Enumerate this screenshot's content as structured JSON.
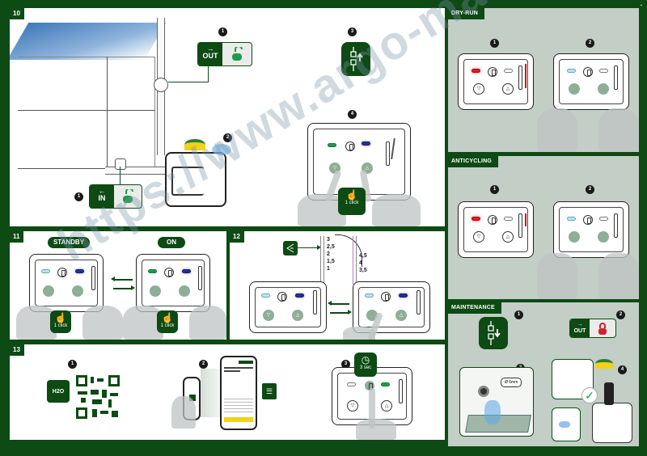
{
  "sections": {
    "s10": {
      "number": "10",
      "steps": [
        {
          "badge": "1",
          "label": "OUT",
          "icon": "unlock-icon",
          "state": "open"
        },
        {
          "badge": "1",
          "label": "IN",
          "icon": "unlock-icon",
          "state": "open"
        },
        {
          "badge": "2",
          "icon": "rotate-cap-icon"
        },
        {
          "badge": "3",
          "icon": "plug-in-icon"
        },
        {
          "badge": "4",
          "action": "1 click"
        }
      ]
    },
    "s11": {
      "number": "11",
      "standby_label": "STANDBY",
      "on_label": "ON",
      "click_label_left": "1 click",
      "click_label_right": "1 click"
    },
    "s12": {
      "number": "12",
      "scale_left": [
        "3",
        "2,5",
        "2",
        "1,5",
        "1"
      ],
      "scale_right": [
        "4,5",
        "4",
        "3,5"
      ]
    },
    "s13": {
      "number": "13",
      "badges": [
        "1",
        "2",
        "3"
      ],
      "app_logo": "H2O",
      "hold_label": "3 sec"
    },
    "dry_run": {
      "title": "DRY-RUN",
      "badges": [
        "1",
        "2"
      ]
    },
    "anticycling": {
      "title": "ANTICYCLING",
      "badges": [
        "1",
        "2"
      ]
    },
    "maintenance": {
      "title": "MAINTENANCE",
      "badges": [
        "1",
        "2",
        "3",
        "4"
      ],
      "out_label": "OUT",
      "lock_state": "closed",
      "diameter_label": "Ø 6mm"
    }
  },
  "watermark": "https://www.argo-market.com",
  "colors": {
    "brand_green": "#0d4a14",
    "side_bg": "#c3cec6",
    "alarm_red": "#d4202a",
    "led_blue": "#27308c",
    "led_green": "#1d9b4a",
    "lock_green": "#1d9b4a",
    "lock_red": "#d4202a",
    "tap_yellow": "#f2d21a"
  }
}
